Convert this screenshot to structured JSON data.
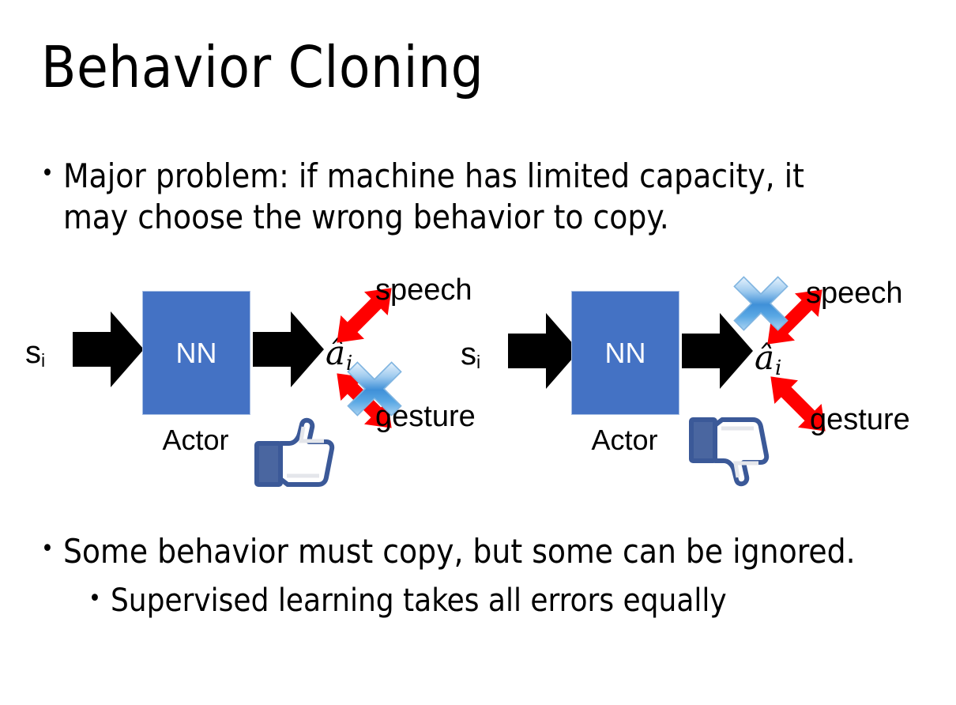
{
  "slide": {
    "title": "Behavior Cloning",
    "background_color": "#ffffff",
    "text_color": "#000000"
  },
  "bullets": {
    "top": {
      "marker": "•",
      "text": "Major problem: if machine has limited capacity, it may choose the wrong behavior to copy."
    },
    "bottom": [
      {
        "marker": "•",
        "text": "Some behavior must copy, but some can be ignored.",
        "level": 1
      },
      {
        "marker": "•",
        "text": "Supervised learning takes all errors equally",
        "level": 2
      }
    ]
  },
  "diagrams": [
    {
      "id": "left",
      "state_label": "s",
      "state_subscript": "i",
      "box_label": "NN",
      "box_caption": "Actor",
      "box_color": "#4472C4",
      "box_text_color": "#ffffff",
      "action_label": "â",
      "action_subscript": "i",
      "outputs": [
        {
          "name": "speech",
          "direction": "up-right",
          "crossed_out": false,
          "arrow_color": "#FF0000"
        },
        {
          "name": "gesture",
          "direction": "down-right",
          "crossed_out": true,
          "arrow_color": "#FF0000"
        }
      ],
      "verdict_icon": "thumbs-up",
      "verdict_color": "#3B5998",
      "cross_icon": "blue-x-icon"
    },
    {
      "id": "right",
      "state_label": "s",
      "state_subscript": "i",
      "box_label": "NN",
      "box_caption": "Actor",
      "box_color": "#4472C4",
      "box_text_color": "#ffffff",
      "action_label": "â",
      "action_subscript": "i",
      "outputs": [
        {
          "name": "speech",
          "direction": "up-right",
          "crossed_out": true,
          "arrow_color": "#FF0000"
        },
        {
          "name": "gesture",
          "direction": "down-right",
          "crossed_out": false,
          "arrow_color": "#FF0000"
        }
      ],
      "verdict_icon": "thumbs-down",
      "verdict_color": "#3B5998",
      "cross_icon": "blue-x-icon"
    }
  ],
  "colors": {
    "nn_blue": "#4472C4",
    "arrow_red": "#FF0000",
    "arrow_black": "#000000",
    "facebook_blue": "#3B5998",
    "x_blue_light": "#cfe4f7",
    "x_blue_dark": "#2f7fd0"
  }
}
